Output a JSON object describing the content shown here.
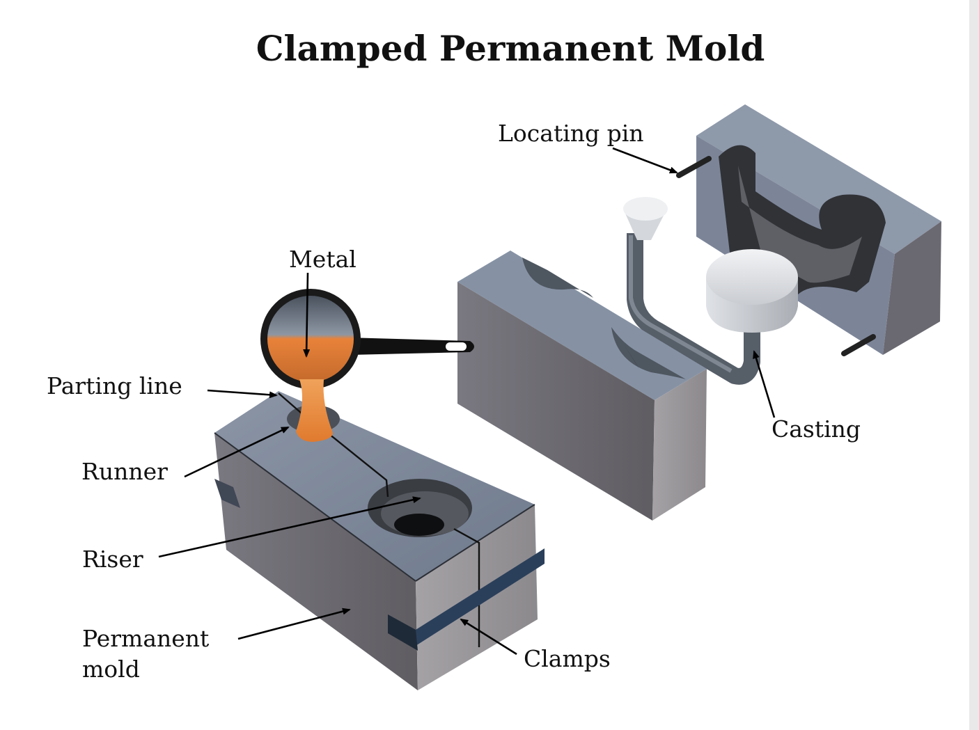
{
  "title": "Clamped Permanent Mold",
  "labels": {
    "locating_pin": "Locating pin",
    "metal": "Metal",
    "parting_line": "Parting line",
    "runner": "Runner",
    "riser": "Riser",
    "permanent_mold_line1": "Permanent",
    "permanent_mold_line2": "mold",
    "casting": "Casting",
    "clamps": "Clamps"
  },
  "colors": {
    "mold_top": "#7f8a9c",
    "mold_front": "#6e6c70",
    "mold_side": "#9a979b",
    "molten_metal": "#e8823a",
    "clamp": "#2a3f5a",
    "casting": "#5e6670"
  }
}
